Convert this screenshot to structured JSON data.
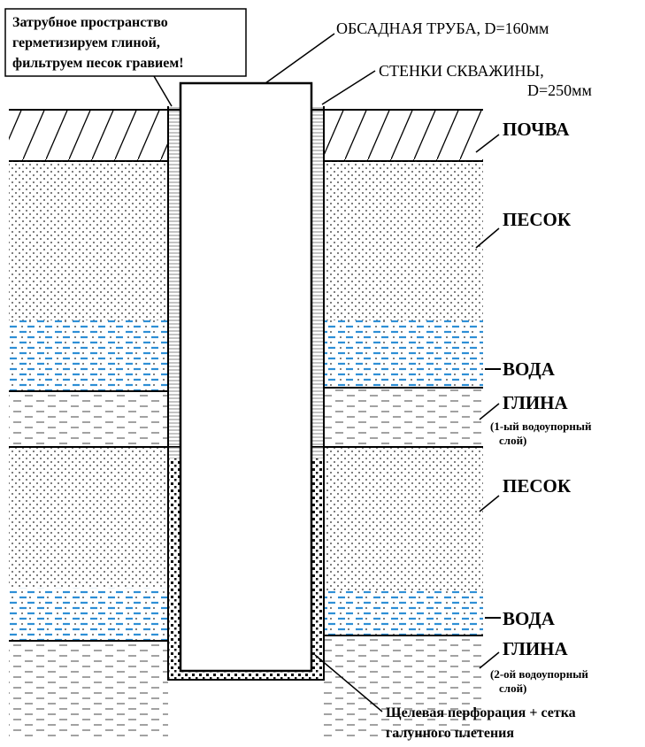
{
  "labels": {
    "note_line1": "Затрубное пространство",
    "note_line2": "герметизируем глиной,",
    "note_line3": "фильтруем песок гравием!",
    "casing_pipe": "ОБСАДНАЯ ТРУБА, D=160мм",
    "well_walls_line1": "СТЕНКИ СКВАЖИНЫ,",
    "well_walls_line2": "D=250мм",
    "soil": "ПОЧВА",
    "sand_1": "ПЕСОК",
    "water_1": "ВОДА",
    "clay_1": "ГЛИНА",
    "aquitard_1_line1": "(1-ый водоупорный",
    "aquitard_1_line2": "слой)",
    "sand_2": "ПЕСОК",
    "water_2": "ВОДА",
    "clay_2": "ГЛИНА",
    "aquitard_2_line1": "(2-ой водоупорный",
    "aquitard_2_line2": "слой)",
    "perforation_line1": "Щелевая перфорация + сетка",
    "perforation_line2": "галунного плетения"
  },
  "colors": {
    "ink": "#000000",
    "water_dash": "#2e8fd6",
    "background": "#ffffff"
  }
}
